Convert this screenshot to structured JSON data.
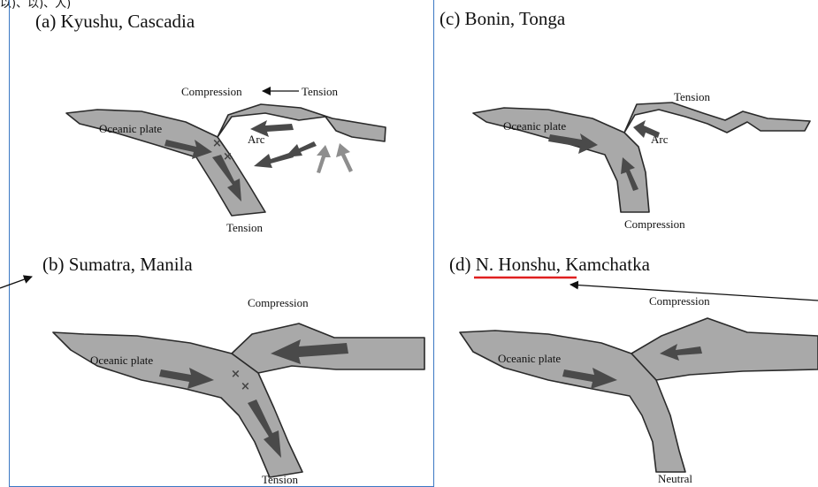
{
  "header": {
    "cropped_text": "以)、以)、人)"
  },
  "panels": {
    "a": {
      "title": "(a) Kyushu, Cascadia",
      "labels": {
        "compression": "Compression",
        "tension_top": "Tension",
        "oceanic": "Oceanic plate",
        "arc": "Arc",
        "tension_bottom": "Tension"
      }
    },
    "b": {
      "title": "(b) Sumatra, Manila",
      "labels": {
        "compression": "Compression",
        "oceanic": "Oceanic plate",
        "tension_bottom": "Tension"
      }
    },
    "c": {
      "title": "(c) Bonin, Tonga",
      "labels": {
        "tension": "Tension",
        "oceanic": "Oceanic plate",
        "arc": "Arc",
        "compression_bottom": "Compression"
      }
    },
    "d": {
      "title_part1": "(d) ",
      "title_highlight": "N. Honshu",
      "title_part2": ", Kamchatka",
      "labels": {
        "compression": "Compression",
        "oceanic": "Oceanic plate",
        "neutral": "Neutral"
      }
    }
  },
  "marks": {
    "cross": "×"
  },
  "colors": {
    "frame": "#3b78c4",
    "underline": "#e02020",
    "plate_fill": "#a9a9a9",
    "arrow": "#4a4a4a"
  }
}
